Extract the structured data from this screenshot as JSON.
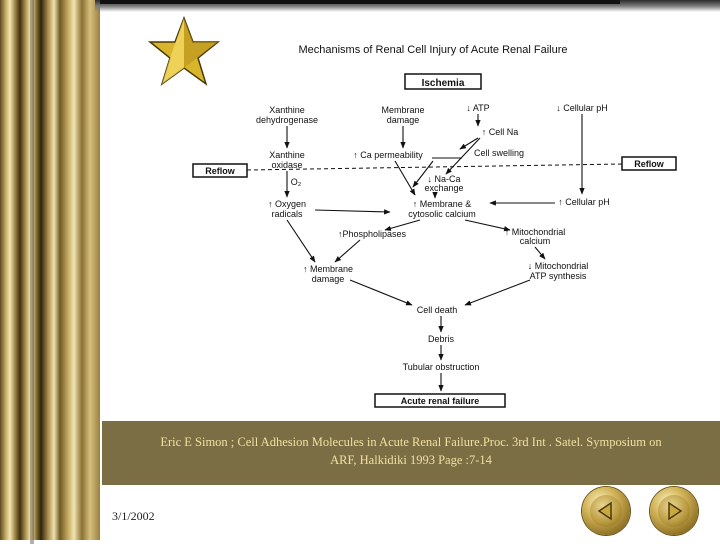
{
  "slide": {
    "diagram_title": "Mechanisms of Renal Cell Injury of Acute Renal Failure",
    "nodes": {
      "ischemia": "Ischemia",
      "xanthine_dehydrogenase_1": "Xanthine",
      "xanthine_dehydrogenase_2": "dehydrogenase",
      "membrane_damage_top_1": "Membrane",
      "membrane_damage_top_2": "damage",
      "atp": "↓ ATP",
      "cellular_ph_down": "↓ Cellular pH",
      "cell_na": "↑ Cell Na",
      "xanthine_oxidase_1": "Xanthine",
      "xanthine_oxidase_2": "oxidase",
      "ca_permeability": "↑ Ca permeability",
      "cell_swelling": "Cell swelling",
      "reflow_left": "Reflow",
      "reflow_right": "Reflow",
      "o2": "O₂",
      "na_ca_1": "↓ Na-Ca",
      "na_ca_2": "exchange",
      "oxygen_radicals_1": "↑ Oxygen",
      "oxygen_radicals_2": "radicals",
      "membrane_cytosolic_1": "↑ Membrane &",
      "membrane_cytosolic_2": "cytosolic calcium",
      "cellular_ph_up": "↑ Cellular pH",
      "phospholipases": "↑Phospholipases",
      "mito_calcium_1": "↑ Mitochondrial",
      "mito_calcium_2": "calcium",
      "membrane_damage_1": "↑ Membrane",
      "membrane_damage_2": "damage",
      "mito_atp_1": "↓ Mitochondrial",
      "mito_atp_2": "ATP synthesis",
      "cell_death": "Cell death",
      "debris": "Debris",
      "tubular_obstruction": "Tubular obstruction",
      "acute_renal_failure": "Acute renal failure"
    },
    "citation_line1": "Eric E Simon ; Cell Adhesion Molecules in Acute Renal Failure.Proc. 3rd Int . Satel. Symposium on",
    "citation_line2": "ARF, Halkidiki 1993 Page :7-14",
    "date": "3/1/2002"
  },
  "navigation": {
    "prev_icon": "triangle-left-icon",
    "next_icon": "triangle-right-icon"
  },
  "colors": {
    "caption_background": "#7b6e45",
    "caption_text": "#f0e0a0",
    "star": "#e8c83a"
  }
}
